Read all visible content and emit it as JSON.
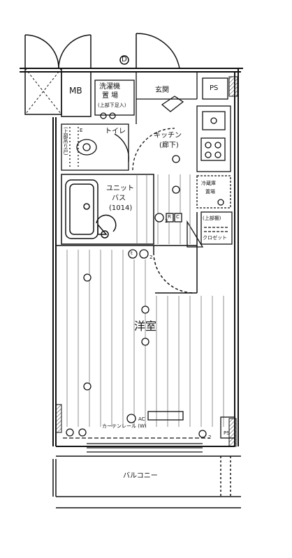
{
  "rooms": {
    "mb": "MB",
    "washer": "洗濯機",
    "washer_place": "置 場",
    "washer_note": "(上部下足入)",
    "entrance": "玄関",
    "ps_top": "PS",
    "toilet": "トイレ",
    "toilet_note": "(上部吊り戸)",
    "kitchen": "キッチン",
    "kitchen_note": "(廊下)",
    "unit_bath_1": "ユニット",
    "unit_bath_2": "バス",
    "unit_bath_3": "(1014)",
    "fridge_1": "冷蔵庫",
    "fridge_2": "置場",
    "closet_note": "(上部棚)",
    "closet": "クロゼット",
    "western_room": "洋室",
    "curtain_rail": "カーテンレール (W)",
    "ac": "AC",
    "ps_bottom": "PS",
    "balcony": "バルコニー"
  },
  "symbols": {
    "door_d": "D",
    "rc_r": "R",
    "rc_c": "C",
    "tv": "t",
    "outlet_2a": "2",
    "outlet_2b": "2",
    "outlet_2c": "2",
    "e_mark": "E"
  },
  "colors": {
    "line": "#111111",
    "hatch": "#333333",
    "background": "#ffffff"
  }
}
